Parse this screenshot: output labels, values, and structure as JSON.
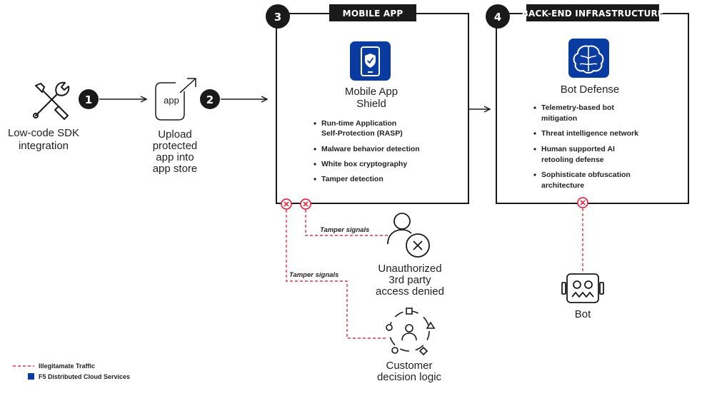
{
  "colors": {
    "f5_blue": "#0a3ba0",
    "illegitimate_red": "#e0314a",
    "ink": "#1a1a1a"
  },
  "steps": {
    "s1": "1",
    "s2": "2",
    "s3": "3",
    "s4": "4"
  },
  "sdk": {
    "icon": "tools-icon",
    "label_line1": "Low-code SDK",
    "label_line2": "integration"
  },
  "upload": {
    "icon_text": "app",
    "label_line1": "Upload",
    "label_line2": "protected",
    "label_line3": "app into",
    "label_line4": "app store"
  },
  "mobile_app": {
    "header": "MOBILE APP",
    "icon": "shield-phone-icon",
    "title_line1": "Mobile App",
    "title_line2": "Shield",
    "bullets": [
      {
        "line1": "Run-time Application",
        "line2": "Self-Protection (RASP)"
      },
      {
        "line1": "Malware behavior detection",
        "line2": ""
      },
      {
        "line1": "White box cryptography",
        "line2": ""
      },
      {
        "line1": "Tamper detection",
        "line2": ""
      }
    ]
  },
  "backend": {
    "header": "BACK-END INFRASTRUCTURE",
    "icon": "brain-icon",
    "title": "Bot Defense",
    "bullets": [
      {
        "line1": "Telemetry-based bot",
        "line2": "mitigation"
      },
      {
        "line1": "Threat intelligence network",
        "line2": ""
      },
      {
        "line1": "Human supported AI",
        "line2": "retooling defense"
      },
      {
        "line1": "Sophisticate obfuscation",
        "line2": "architecture"
      }
    ]
  },
  "signals": {
    "tamper_1": "Tamper signals",
    "tamper_2": "Tamper signals"
  },
  "unauthorized": {
    "icon": "user-denied-icon",
    "label_line1": "Unauthorized",
    "label_line2": "3rd party",
    "label_line3": "access denied"
  },
  "customer": {
    "icon": "decision-cycle-icon",
    "label_line1": "Customer",
    "label_line2": "decision logic"
  },
  "bot": {
    "icon": "bot-icon",
    "label": "Bot"
  },
  "legend": {
    "illegitimate": "Illegitamate Traffic",
    "f5": "F5 Distributed Cloud Services"
  }
}
